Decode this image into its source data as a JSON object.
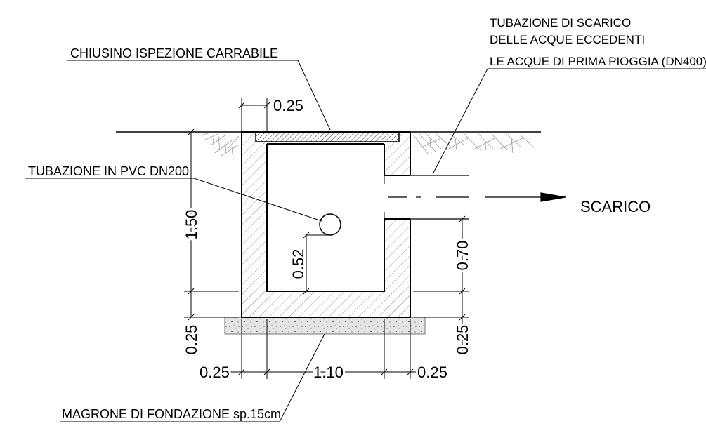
{
  "labels": {
    "cover": "CHIUSINO ISPEZIONE CARRABILE",
    "outlet_1": "TUBAZIONE DI SCARICO",
    "outlet_2": "DELLE ACQUE  ECCEDENTI",
    "outlet_3": "LE ACQUE DI PRIMA PIOGGIA (DN400)",
    "pvc_pipe": "TUBAZIONE IN PVC DN200",
    "discharge": "SCARICO",
    "lean_concrete": "MAGRONE DI FONDAZIONE sp.15cm"
  },
  "dimensions": {
    "wall_top": "0.25",
    "height_total": "1.50",
    "pipe_height": "0.52",
    "outlet_height": "0.70",
    "base_left": "0.25",
    "base_right": "0.25",
    "bottom_left": "0.25",
    "inner_width": "1.10",
    "bottom_right": "0.25"
  }
}
